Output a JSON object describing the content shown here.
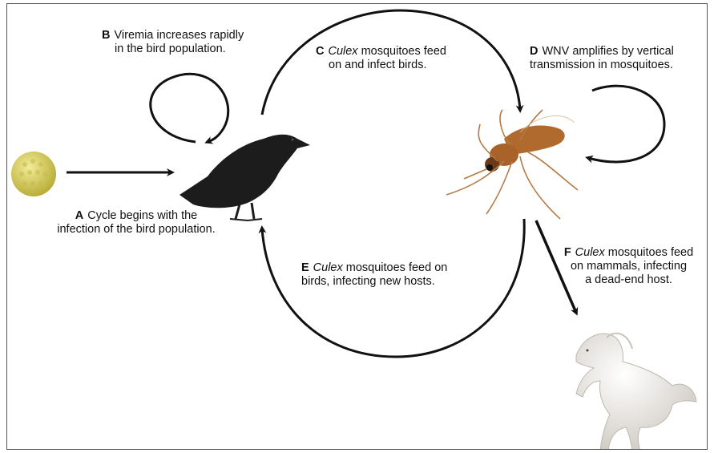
{
  "diagram": {
    "steps": [
      {
        "letter": "A",
        "line1": "Cycle begins with the",
        "line2": "infection of the bird population."
      },
      {
        "letter": "B",
        "line1": "Viremia increases rapidly",
        "line2": "in the bird population."
      },
      {
        "letter": "C",
        "genus": "Culex",
        "line1_rest": " mosquitoes feed",
        "line2": "on and infect birds."
      },
      {
        "letter": "D",
        "line1": "WNV amplifies by vertical",
        "line2": "transmission in mosquitoes."
      },
      {
        "letter": "E",
        "genus": "Culex",
        "line1_rest": " mosquitoes feed on",
        "line2": "birds, infecting new hosts."
      },
      {
        "letter": "F",
        "genus": "Culex",
        "line1_rest": " mosquitoes feed",
        "line2": "on mammals, infecting",
        "line3": "a dead-end host."
      }
    ],
    "colors": {
      "arrow": "#111111",
      "virus": "#d9cf5a",
      "bird": "#1c1c1c",
      "mosquito": "#b06a2e",
      "horse": "#f2f0ec"
    },
    "icons": [
      "virus-particle-icon",
      "crow-icon",
      "mosquito-icon",
      "horse-icon"
    ]
  }
}
